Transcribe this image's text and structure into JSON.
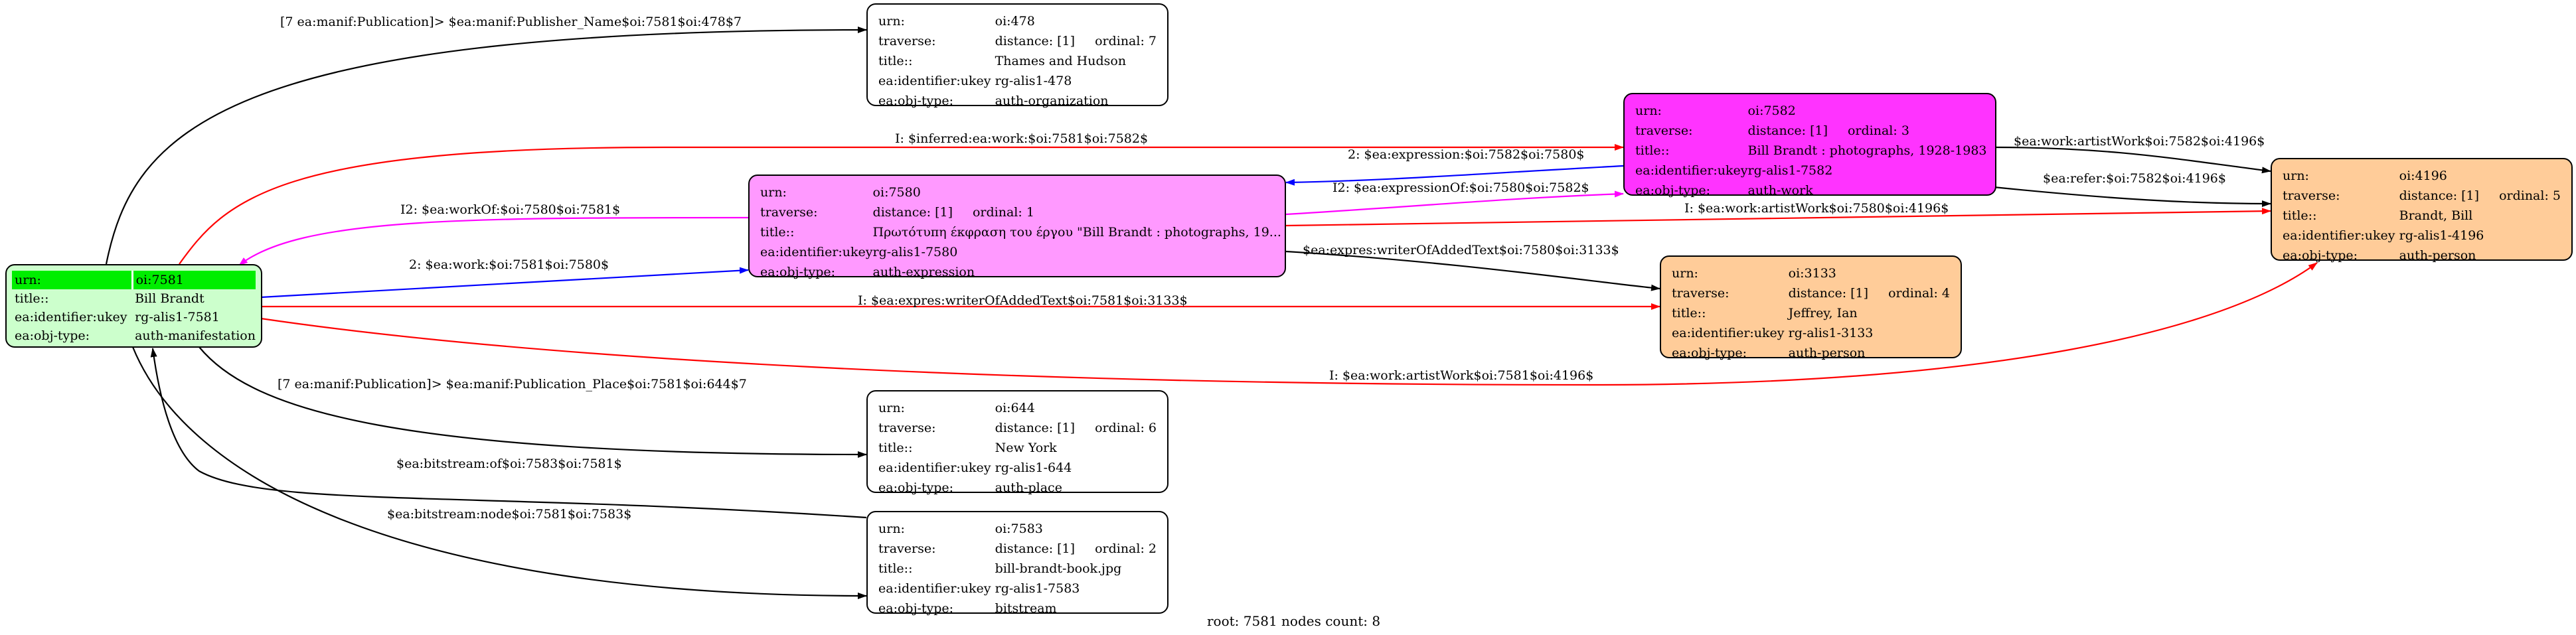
{
  "colors": {
    "root_fill": "#ccffcc",
    "root_header": "#00ee00",
    "expression_fill": "#ff99ff",
    "work_fill": "#ff33ff",
    "person_fill": "#ffcc99",
    "plain_fill": "#ffffff",
    "edge_red": "#ff0000",
    "edge_blue": "#0000ff",
    "edge_magenta": "#ff00ff",
    "edge_black": "#000000"
  },
  "nodes": {
    "n7581": {
      "urn_key": "urn:",
      "urn": "oi:7581",
      "title_key": "title::",
      "title": "Bill Brandt",
      "uk_key": "ea:identifier:ukey",
      "ukey": "rg-alis1-7581",
      "ot_key": "ea:obj-type:",
      "objtype": "auth-manifestation"
    },
    "n478": {
      "urn_key": "urn:",
      "urn": "oi:478",
      "trav_key": "traverse:",
      "distance": "distance: [1]",
      "ordinal": "ordinal: 7",
      "title_key": "title::",
      "title": "Thames and Hudson",
      "uk_key": "ea:identifier:ukey",
      "ukey": "rg-alis1-478",
      "ot_key": "ea:obj-type:",
      "objtype": "auth-organization"
    },
    "n7582": {
      "urn_key": "urn:",
      "urn": "oi:7582",
      "trav_key": "traverse:",
      "distance": "distance: [1]",
      "ordinal": "ordinal: 3",
      "title_key": "title::",
      "title": "Bill Brandt : photographs, 1928-1983",
      "uk_key": "ea:identifier:ukey",
      "ukey": "rg-alis1-7582",
      "ot_key": "ea:obj-type:",
      "objtype": "auth-work"
    },
    "n7580": {
      "urn_key": "urn:",
      "urn": "oi:7580",
      "trav_key": "traverse:",
      "distance": "distance: [1]",
      "ordinal": "ordinal: 1",
      "title_key": "title::",
      "title": "Πρωτότυπη έκφραση του έργου \"Bill Brandt : photographs, 19...",
      "uk_key": "ea:identifier:ukey",
      "ukey": "rg-alis1-7580",
      "ot_key": "ea:obj-type:",
      "objtype": "auth-expression"
    },
    "n4196": {
      "urn_key": "urn:",
      "urn": "oi:4196",
      "trav_key": "traverse:",
      "distance": "distance: [1]",
      "ordinal": "ordinal: 5",
      "title_key": "title::",
      "title": "Brandt, Bill",
      "uk_key": "ea:identifier:ukey",
      "ukey": "rg-alis1-4196",
      "ot_key": "ea:obj-type:",
      "objtype": "auth-person"
    },
    "n3133": {
      "urn_key": "urn:",
      "urn": "oi:3133",
      "trav_key": "traverse:",
      "distance": "distance: [1]",
      "ordinal": "ordinal: 4",
      "title_key": "title::",
      "title": "Jeffrey, Ian",
      "uk_key": "ea:identifier:ukey",
      "ukey": "rg-alis1-3133",
      "ot_key": "ea:obj-type:",
      "objtype": "auth-person"
    },
    "n644": {
      "urn_key": "urn:",
      "urn": "oi:644",
      "trav_key": "traverse:",
      "distance": "distance: [1]",
      "ordinal": "ordinal: 6",
      "title_key": "title::",
      "title": "New York",
      "uk_key": "ea:identifier:ukey",
      "ukey": "rg-alis1-644",
      "ot_key": "ea:obj-type:",
      "objtype": "auth-place"
    },
    "n7583": {
      "urn_key": "urn:",
      "urn": "oi:7583",
      "trav_key": "traverse:",
      "distance": "distance: [1]",
      "ordinal": "ordinal: 2",
      "title_key": "title::",
      "title": "bill-brandt-book.jpg",
      "uk_key": "ea:identifier:ukey",
      "ukey": "rg-alis1-7583",
      "ot_key": "ea:obj-type:",
      "objtype": "bitstream"
    }
  },
  "edges": {
    "e_publisher": "[7 ea:manif:Publication]> $ea:manif:Publisher_Name$oi:7581$oi:478$7",
    "e_inferred_work": "I: $inferred:ea:work:$oi:7581$oi:7582$",
    "e_expression": "2: $ea:expression:$oi:7582$oi:7580$",
    "e_artistwork_7582": "$ea:work:artistWork$oi:7582$oi:4196$",
    "e_refer": "$ea:refer:$oi:7582$oi:4196$",
    "e_workof": "I2: $ea:workOf:$oi:7580$oi:7581$",
    "e_expressionof": "I2: $ea:expressionOf:$oi:7580$oi:7582$",
    "e_artistwork_7580": "I: $ea:work:artistWork$oi:7580$oi:4196$",
    "e_work": "2: $ea:work:$oi:7581$oi:7580$",
    "e_writer_7580": "$ea:expres:writerOfAddedText$oi:7580$oi:3133$",
    "e_writer_7581": "I: $ea:expres:writerOfAddedText$oi:7581$oi:3133$",
    "e_artistwork_7581": "I: $ea:work:artistWork$oi:7581$oi:4196$",
    "e_place": "[7 ea:manif:Publication]> $ea:manif:Publication_Place$oi:7581$oi:644$7",
    "e_bitstream_of": "$ea:bitstream:of$oi:7583$oi:7581$",
    "e_bitstream_node": "$ea:bitstream:node$oi:7581$oi:7583$"
  },
  "footer": "root: 7581 nodes count: 8"
}
